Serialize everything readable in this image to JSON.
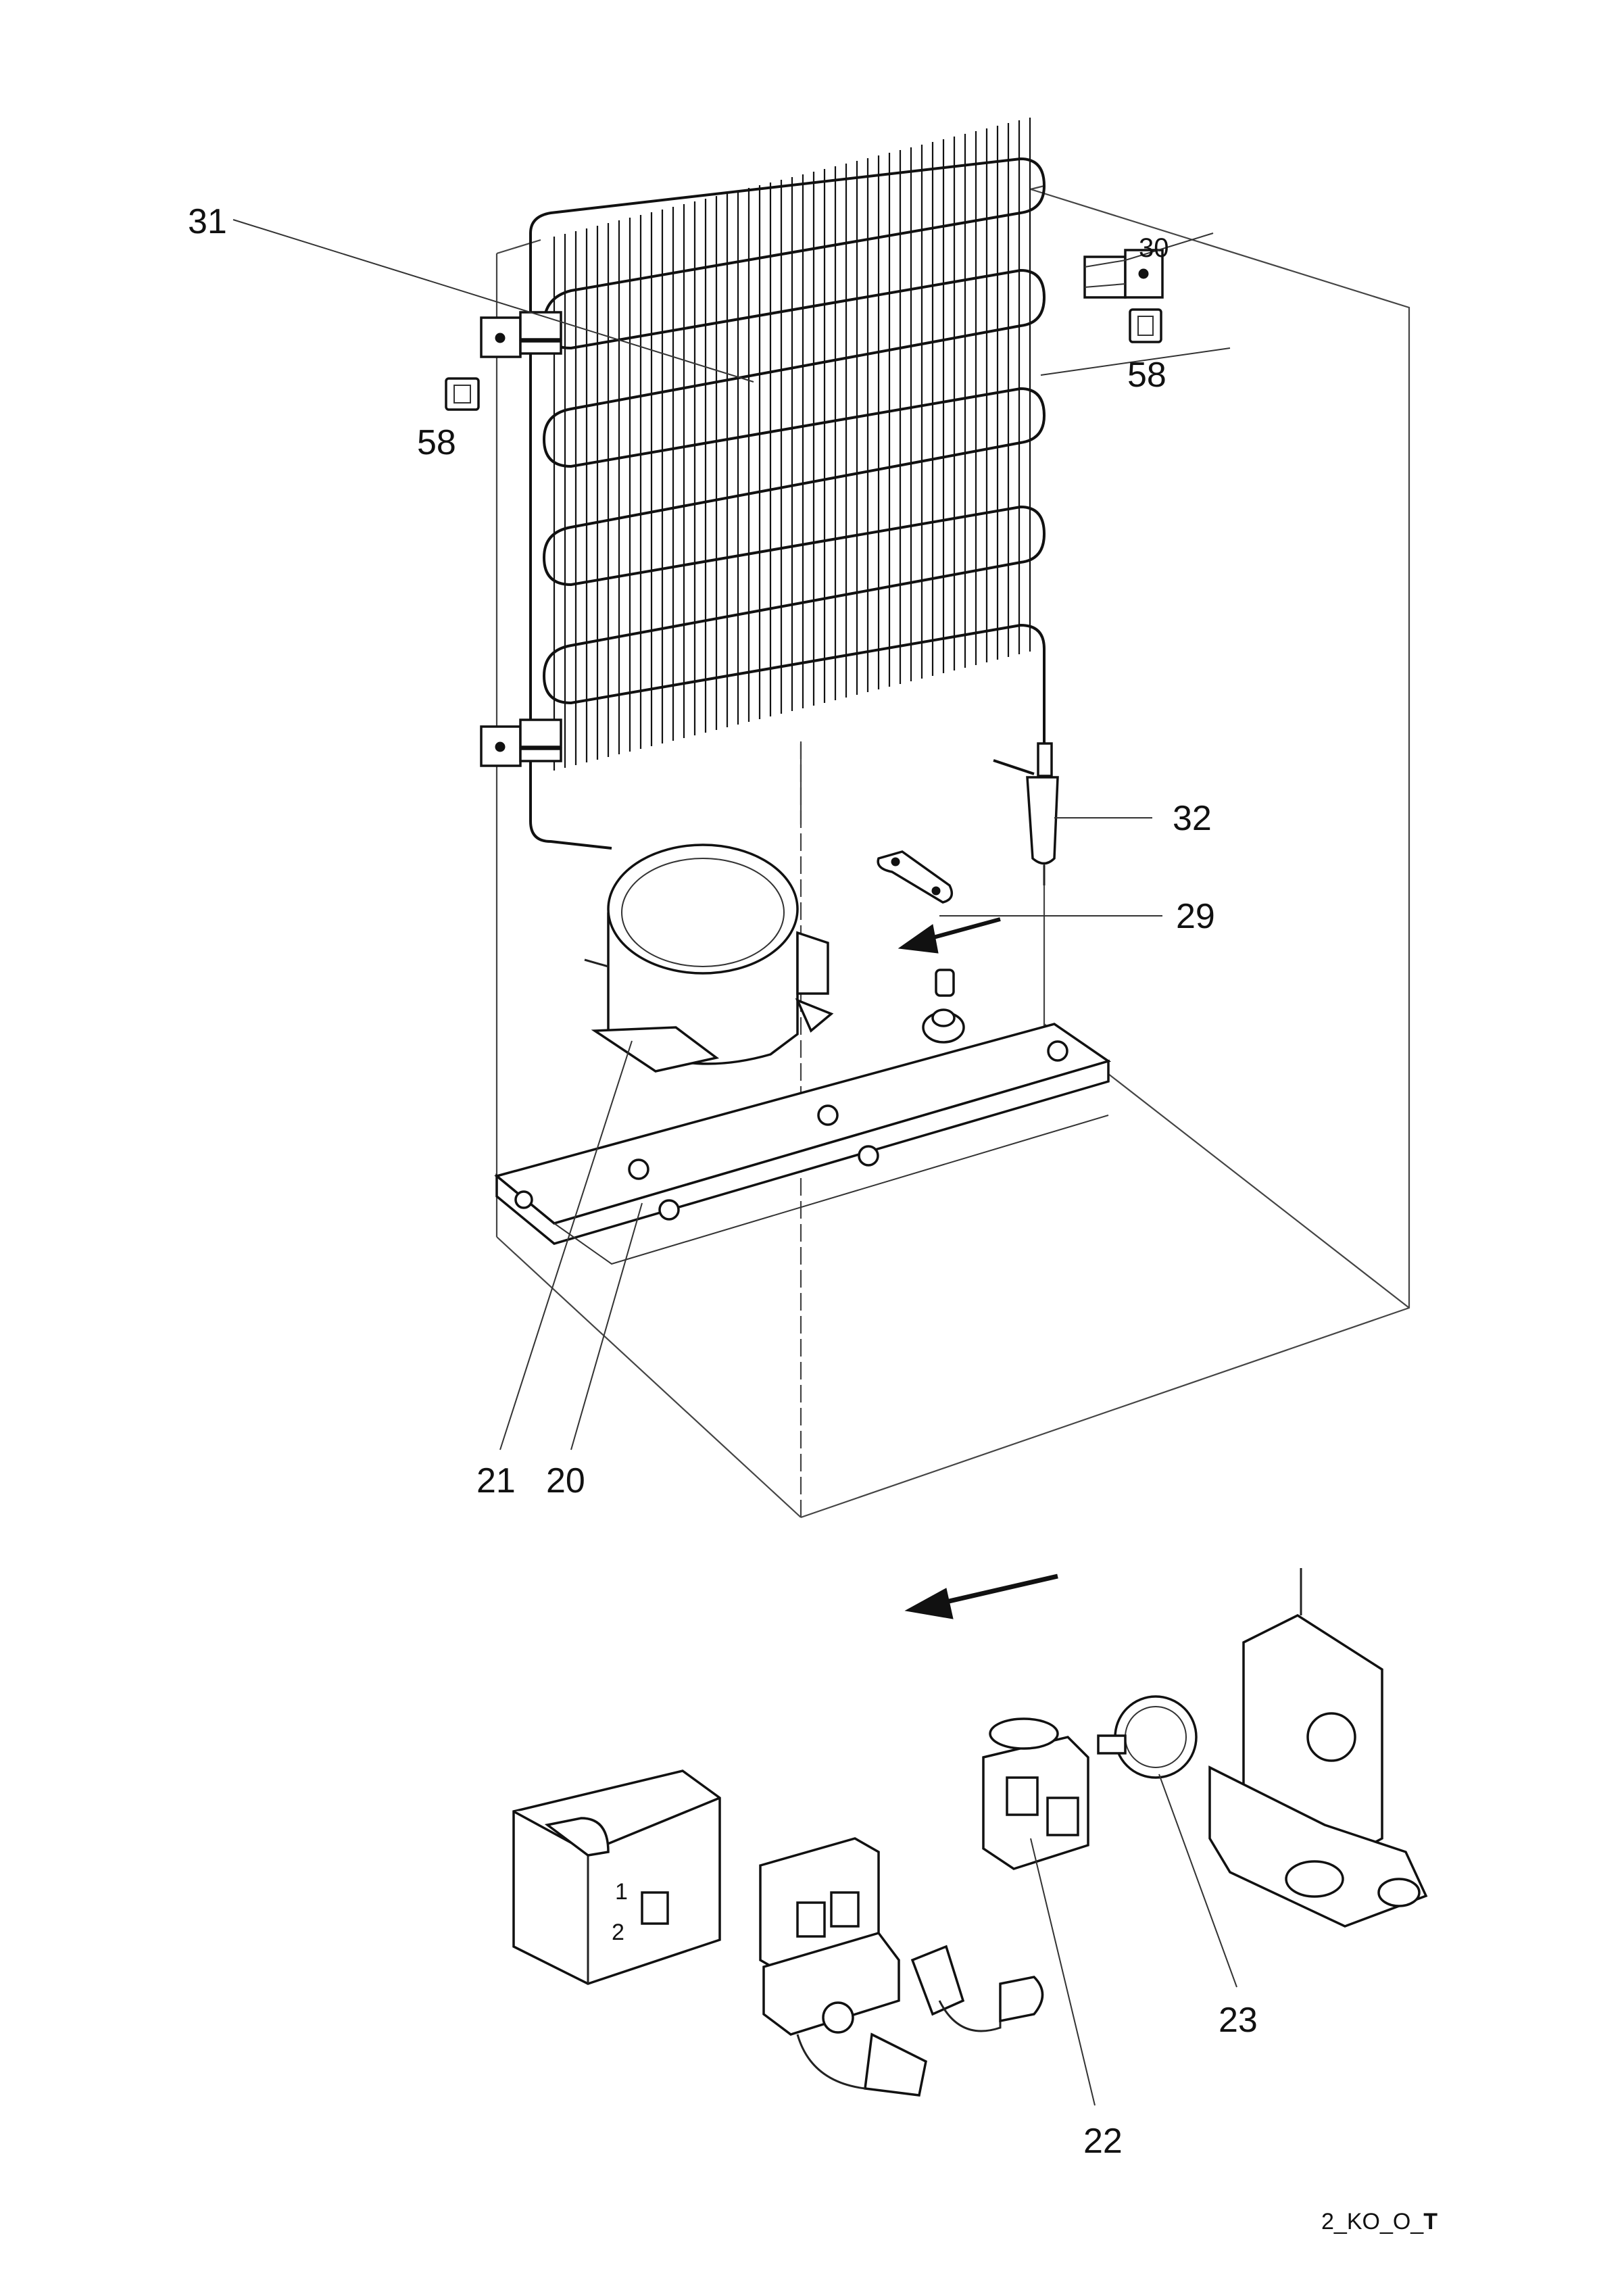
{
  "diagram": {
    "callouts": {
      "c31": "31",
      "c30": "30",
      "c58a": "58",
      "c58b": "58",
      "c32": "32",
      "c29": "29",
      "c21": "21",
      "c20": "20",
      "c22": "22",
      "c23": "23"
    },
    "code": {
      "prefix": "2_KO_O_",
      "suffix": "T"
    }
  }
}
